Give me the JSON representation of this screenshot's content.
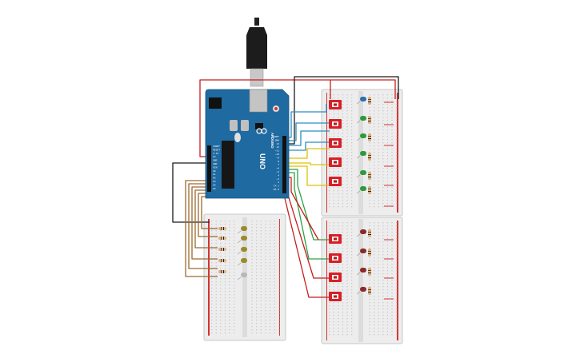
{
  "canvas": {
    "background": "#ffffff"
  },
  "board": {
    "model_label": "UNO",
    "brand_label": "ARDUINO",
    "color": "#1f6aa0",
    "pin_labels_power": [
      "IOREF",
      "RESET",
      "3.3V",
      "5V",
      "GND",
      "GND",
      "VIN"
    ],
    "pin_labels_analog": [
      "A0",
      "A1",
      "A2",
      "A3",
      "A4",
      "A5"
    ],
    "pin_labels_digital": [
      "AREF",
      "GND",
      "13",
      "12",
      "~11",
      "~10",
      "~9",
      "8",
      "7",
      "~6",
      "~5",
      "4",
      "~3",
      "2",
      "TX 1",
      "RX 0"
    ]
  },
  "colors": {
    "wire_red": "#c81e1e",
    "wire_black": "#1b1b1b",
    "wire_blue": "#2a8fc0",
    "wire_green": "#2ea043",
    "wire_yellow": "#e0c000",
    "wire_brown": "#9a6a30",
    "switch_red": "#d81f26",
    "led_blue": "#2b6fb0",
    "led_green": "#2f9a3a",
    "led_yellow": "#9b8a2a",
    "led_white": "#b8b8b8",
    "led_red": "#8a2a2a",
    "resistor": "#d9b48a",
    "breadboard": "#ededed",
    "rail_red": "#d23232"
  },
  "breadboards": [
    {
      "id": "left-breadboard"
    },
    {
      "id": "right-top-breadboard"
    },
    {
      "id": "right-bottom-breadboard"
    }
  ],
  "components": {
    "leds_top": [
      "blue",
      "green",
      "green",
      "green",
      "green",
      "green"
    ],
    "leds_bottom": [
      "red",
      "red",
      "red",
      "red"
    ],
    "leds_left": [
      "yellow",
      "yellow",
      "yellow",
      "yellow",
      "white"
    ],
    "switches_top_count": 5,
    "switches_bottom_count": 4,
    "resistors_left_count": 5
  }
}
